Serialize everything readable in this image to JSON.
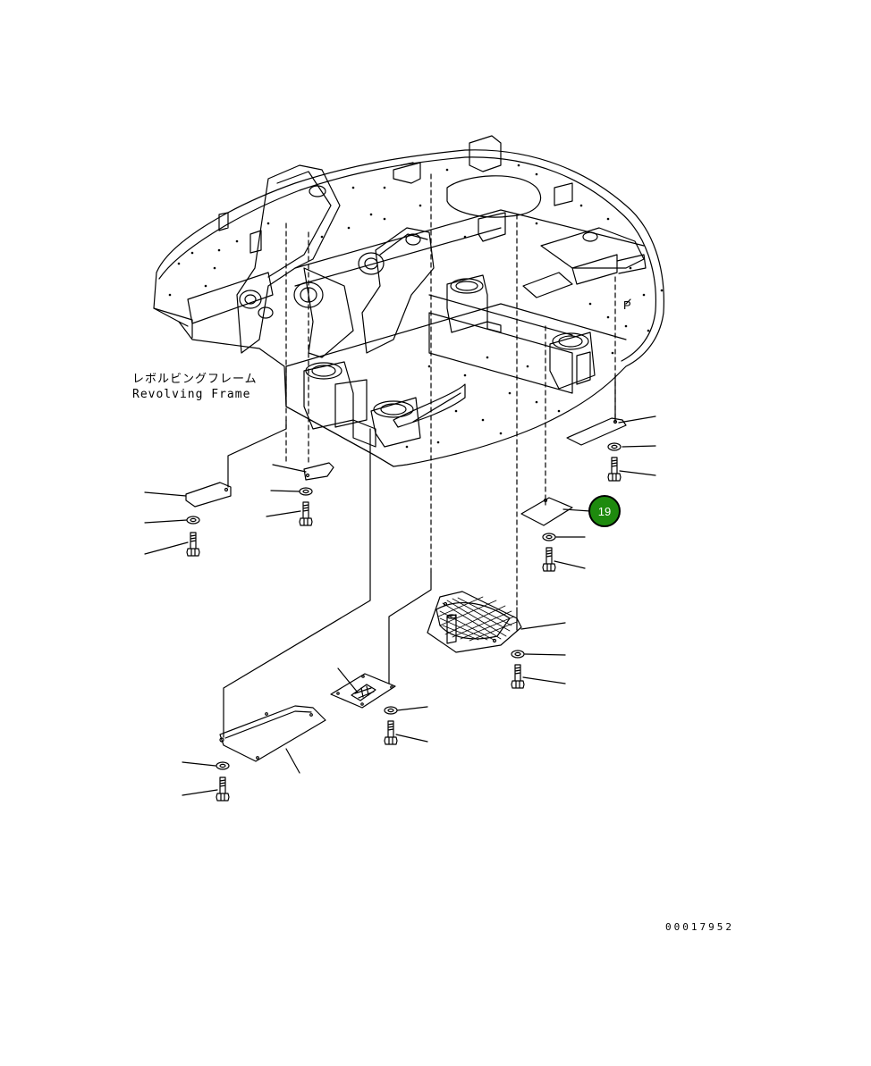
{
  "frame_label": {
    "japanese": "レボルビングフレーム",
    "english": "Revolving Frame"
  },
  "callout": {
    "number": "19",
    "color": "#1e8a0e"
  },
  "document_number": "00017952"
}
